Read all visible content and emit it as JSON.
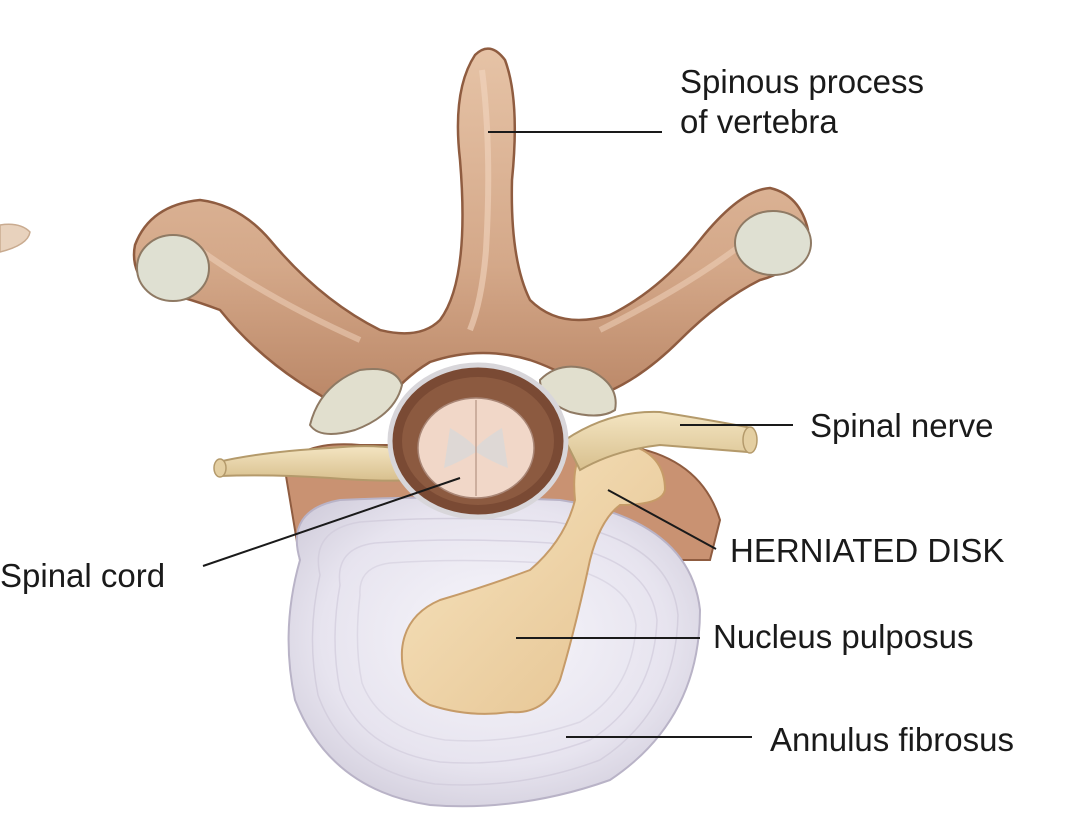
{
  "labels": {
    "spinous_process": {
      "line1": "Spinous process",
      "line2": "of vertebra"
    },
    "spinal_nerve": "Spinal nerve",
    "spinal_cord": "Spinal cord",
    "herniated_disk": "HERNIATED DISK",
    "nucleus_pulposus": "Nucleus pulposus",
    "annulus_fibrosus": "Annulus fibrosus"
  },
  "colors": {
    "bone": "#dcb396",
    "bone_shadow": "#b07a5a",
    "cartilage_facet": "#dfe0d2",
    "disk_annulus": "#ebe8f2",
    "nucleus": "#f2d9ae",
    "nerve": "#ead7ad",
    "spinal_cord": "#f1d7c8",
    "leader_line": "#1a1a1a"
  }
}
